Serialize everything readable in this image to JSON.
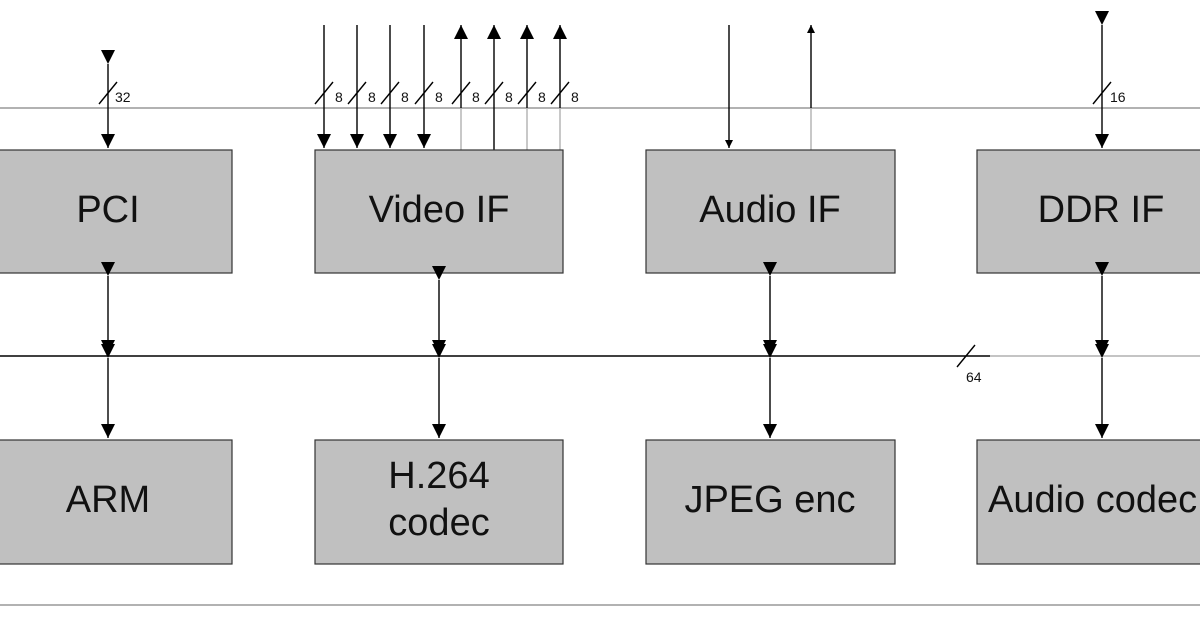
{
  "blocks": {
    "pci": "PCI",
    "video_if": "Video IF",
    "audio_if": "Audio IF",
    "ddr_if": "DDR IF",
    "arm": "ARM",
    "h264": [
      "H.264",
      "codec"
    ],
    "jpeg": "JPEG enc",
    "audio_codec": "Audio codec"
  },
  "bus_widths": {
    "pci": "32",
    "video_in": [
      "8",
      "8",
      "8",
      "8"
    ],
    "video_out": [
      "8",
      "8",
      "8",
      "8"
    ],
    "ddr": "16",
    "system_bus": "64"
  }
}
